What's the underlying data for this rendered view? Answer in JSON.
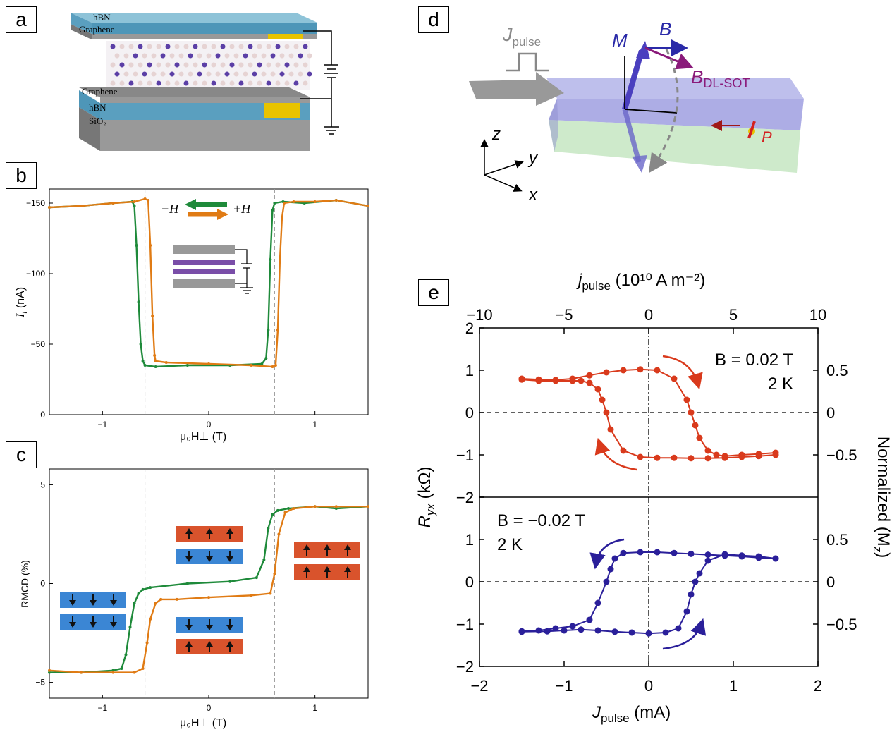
{
  "panels": {
    "a": {
      "letter": "a",
      "labels": [
        "hBN",
        "Graphene",
        "Graphene",
        "hBN",
        "SiO₂"
      ]
    },
    "b": {
      "letter": "b",
      "legend": {
        "minus": "−H",
        "plus": "+H"
      },
      "ylabel_var": "I",
      "ylabel_sub": "t",
      "ylabel_unit": " (nA)",
      "xlabel": "μ₀H⊥ (T)"
    },
    "c": {
      "letter": "c",
      "ylabel": "RMCD (%)",
      "xlabel": "μ₀H⊥ (T)"
    },
    "d": {
      "letter": "d",
      "labels": {
        "jpulse": "J",
        "jpulse_sub": "pulse",
        "M": "M",
        "B": "B",
        "Bdl": "B",
        "Bdl_sub": "DL-SOT",
        "P": "P",
        "z": "z",
        "y": "y",
        "x": "x"
      }
    },
    "e": {
      "letter": "e",
      "top_axis_label": "j",
      "top_axis_sub": "pulse",
      "top_axis_unit": " (10¹⁰ A m⁻²)",
      "left_label_var": "R",
      "left_label_sub": "yx",
      "left_label_unit": " (kΩ)",
      "right_label": "Normalized (M",
      "right_label_sub": "z",
      "right_label_close": ")",
      "bottom_label": "J",
      "bottom_label_sub": "pulse",
      "bottom_label_unit": " (mA)",
      "top_annot": [
        "B = 0.02 T",
        "2 K"
      ],
      "bottom_annot": [
        "B = −0.02 T",
        "2 K"
      ]
    }
  },
  "chart_data": [
    {
      "id": "b",
      "type": "line",
      "xlim": [
        -1.5,
        1.5
      ],
      "ylim": [
        0,
        -160
      ],
      "xticks": [
        -1,
        0,
        1
      ],
      "yticks": [
        0,
        -50,
        -100,
        -150
      ],
      "ytick_labels": [
        "0",
        "−50",
        "−100",
        "−150"
      ],
      "series": [
        {
          "name": "−H",
          "color": "#1e8a3a",
          "x": [
            -1.5,
            -1.2,
            -0.9,
            -0.72,
            -0.7,
            -0.68,
            -0.66,
            -0.64,
            -0.62,
            -0.6,
            -0.5,
            -0.2,
            0.2,
            0.5,
            0.54,
            0.56,
            0.58,
            0.6,
            0.62,
            0.7,
            0.9,
            1.2,
            1.5
          ],
          "y": [
            -147,
            -148,
            -150,
            -151,
            -148,
            -120,
            -80,
            -50,
            -38,
            -35,
            -34,
            -35,
            -35,
            -36,
            -40,
            -60,
            -110,
            -145,
            -150,
            -151,
            -150,
            -152,
            -148
          ]
        },
        {
          "name": "+H",
          "color": "#e07b14",
          "x": [
            -1.5,
            -1.2,
            -0.9,
            -0.7,
            -0.6,
            -0.57,
            -0.55,
            -0.53,
            -0.51,
            -0.5,
            -0.4,
            0,
            0.4,
            0.6,
            0.63,
            0.65,
            0.67,
            0.69,
            0.71,
            0.8,
            1.0,
            1.2,
            1.5
          ],
          "y": [
            -147,
            -148,
            -150,
            -151,
            -153,
            -152,
            -120,
            -70,
            -42,
            -38,
            -37,
            -36,
            -35,
            -34,
            -35,
            -60,
            -110,
            -140,
            -150,
            -151,
            -151,
            -152,
            -148
          ]
        }
      ],
      "vlines": [
        -0.6,
        0.62
      ]
    },
    {
      "id": "c",
      "type": "line",
      "xlim": [
        -1.5,
        1.5
      ],
      "ylim": [
        -5.8,
        5.8
      ],
      "xticks": [
        -1,
        0,
        1
      ],
      "yticks": [
        -5,
        0,
        5
      ],
      "ytick_labels": [
        "−5",
        "0",
        "5"
      ],
      "series": [
        {
          "name": "−H",
          "color": "#1e8a3a",
          "x": [
            -1.5,
            -1.2,
            -0.9,
            -0.82,
            -0.78,
            -0.74,
            -0.7,
            -0.66,
            -0.62,
            -0.55,
            -0.2,
            0.2,
            0.45,
            0.52,
            0.56,
            0.6,
            0.65,
            0.75,
            1.0,
            1.2,
            1.5
          ],
          "y": [
            -4.5,
            -4.5,
            -4.4,
            -4.3,
            -3.6,
            -2.2,
            -1.0,
            -0.5,
            -0.3,
            -0.2,
            0.0,
            0.1,
            0.3,
            1.2,
            2.8,
            3.5,
            3.7,
            3.8,
            3.9,
            3.8,
            3.9
          ]
        },
        {
          "name": "+H",
          "color": "#e07b14",
          "x": [
            -1.5,
            -1.2,
            -0.9,
            -0.7,
            -0.62,
            -0.58,
            -0.55,
            -0.5,
            -0.45,
            -0.3,
            0,
            0.4,
            0.58,
            0.62,
            0.66,
            0.72,
            0.8,
            1.0,
            1.2,
            1.5
          ],
          "y": [
            -4.4,
            -4.5,
            -4.5,
            -4.5,
            -4.3,
            -3.0,
            -1.8,
            -1.0,
            -0.8,
            -0.8,
            -0.7,
            -0.6,
            -0.5,
            0.5,
            2.5,
            3.6,
            3.8,
            3.9,
            3.9,
            3.9
          ]
        }
      ],
      "vlines": [
        -0.6,
        0.62
      ]
    },
    {
      "id": "e-top",
      "type": "scatter",
      "xlim": [
        -2,
        2
      ],
      "ylim": [
        -2,
        2
      ],
      "xticks": [
        -2,
        -1,
        0,
        1,
        2
      ],
      "yticks": [
        -2,
        -1,
        0,
        1,
        2
      ],
      "right_ticks": [
        -0.5,
        0,
        0.5
      ],
      "top_ticks": [
        -10,
        -5,
        0,
        5,
        10
      ],
      "color": "#d93a1c",
      "branches": [
        {
          "x": [
            -1.5,
            -1.3,
            -1.1,
            -0.9,
            -0.7,
            -0.5,
            -0.3,
            -0.1,
            0.1,
            0.3,
            0.45,
            0.5,
            0.55,
            0.6,
            0.7,
            0.8,
            0.9,
            1.1,
            1.3,
            1.5
          ],
          "y": [
            0.8,
            0.78,
            0.77,
            0.8,
            0.88,
            0.95,
            1.0,
            1.02,
            1.0,
            0.8,
            0.3,
            0.0,
            -0.3,
            -0.6,
            -0.9,
            -1.0,
            -1.03,
            -1.0,
            -0.98,
            -0.95
          ]
        },
        {
          "x": [
            1.5,
            1.3,
            1.1,
            0.9,
            0.7,
            0.5,
            0.3,
            0.1,
            -0.1,
            -0.3,
            -0.45,
            -0.5,
            -0.55,
            -0.6,
            -0.7,
            -0.8,
            -0.9,
            -1.1,
            -1.3,
            -1.5
          ],
          "y": [
            -1.0,
            -1.03,
            -1.05,
            -1.07,
            -1.08,
            -1.08,
            -1.07,
            -1.07,
            -1.05,
            -0.9,
            -0.4,
            0.0,
            0.3,
            0.55,
            0.7,
            0.75,
            0.75,
            0.75,
            0.75,
            0.78
          ]
        }
      ]
    },
    {
      "id": "e-bottom",
      "type": "scatter",
      "xlim": [
        -2,
        2
      ],
      "ylim": [
        -2,
        2
      ],
      "xticks": [
        -2,
        -1,
        0,
        1,
        2
      ],
      "yticks": [
        -2,
        -1,
        0,
        1,
        2
      ],
      "right_ticks": [
        -0.5,
        0,
        0.5
      ],
      "color": "#2a1f9a",
      "branches": [
        {
          "x": [
            -1.5,
            -1.3,
            -1.1,
            -0.9,
            -0.7,
            -0.6,
            -0.5,
            -0.45,
            -0.4,
            -0.3,
            -0.1,
            0.1,
            0.3,
            0.5,
            0.7,
            0.9,
            1.1,
            1.3,
            1.5
          ],
          "y": [
            -1.17,
            -1.15,
            -1.1,
            -1.05,
            -0.9,
            -0.5,
            0.0,
            0.3,
            0.55,
            0.68,
            0.7,
            0.7,
            0.68,
            0.66,
            0.64,
            0.62,
            0.6,
            0.57,
            0.55
          ]
        },
        {
          "x": [
            1.5,
            1.3,
            1.1,
            0.9,
            0.7,
            0.6,
            0.55,
            0.5,
            0.45,
            0.35,
            0.2,
            0.0,
            -0.2,
            -0.4,
            -0.6,
            -0.8,
            -1.0,
            -1.2,
            -1.5
          ],
          "y": [
            0.55,
            0.6,
            0.62,
            0.65,
            0.5,
            0.2,
            0.0,
            -0.3,
            -0.7,
            -1.1,
            -1.2,
            -1.22,
            -1.2,
            -1.18,
            -1.15,
            -1.13,
            -1.15,
            -1.17,
            -1.18
          ]
        }
      ]
    }
  ]
}
